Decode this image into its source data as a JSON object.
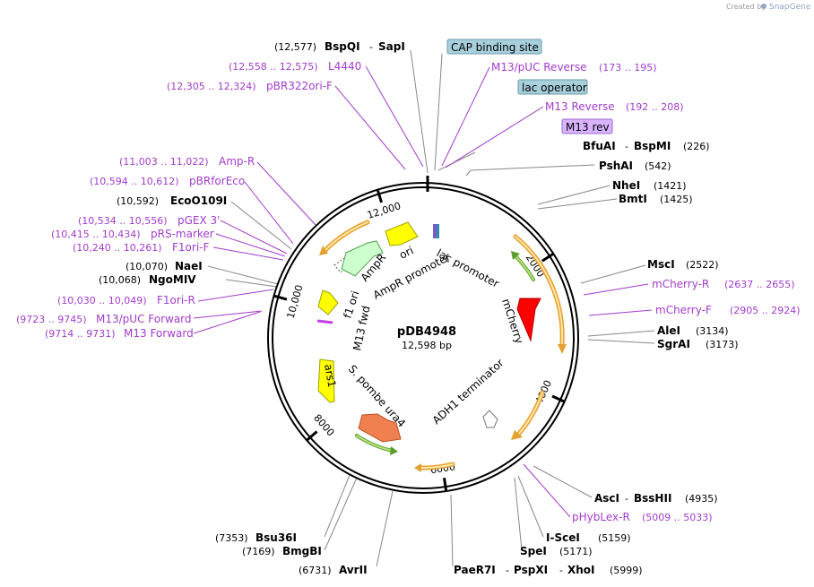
{
  "brand": {
    "created_by": "Created by",
    "name": "SnapGene"
  },
  "map": {
    "name": "pDB4948",
    "size_label": "12,598 bp",
    "total_bp": 12598,
    "ticks": [
      {
        "bp": 2000,
        "label": "2000"
      },
      {
        "bp": 4000,
        "label": "4000"
      },
      {
        "bp": 6000,
        "label": "6000"
      },
      {
        "bp": 8000,
        "label": "8000"
      },
      {
        "bp": 10000,
        "label": "10,000"
      },
      {
        "bp": 12000,
        "label": "12,000"
      }
    ],
    "colors": {
      "enzyme": "#000000",
      "primer": "#a23ccc",
      "cds_yellow": "#ffff00",
      "ori_yellow": "#ffff00",
      "ampr": "#ccffcc",
      "mcherry": "#ff0000",
      "ura4": "#f08050",
      "orf_outline": "#f0b040",
      "orf_green": "#7ac143",
      "box_blue": "#a8d0dc",
      "box_purple": "#d9b3ff"
    }
  },
  "enzymes_right": [
    {
      "name": "BspQI",
      "name2": "SapI",
      "pos": "(12,577)"
    },
    {
      "name": "BfuAI",
      "name2": "BspMI",
      "pos": "(226)"
    },
    {
      "name": "PshAI",
      "name2": "",
      "pos": "(542)"
    },
    {
      "name": "NheI",
      "name2": "",
      "pos": "(1421)"
    },
    {
      "name": "BmtI",
      "name2": "",
      "pos": "(1425)"
    },
    {
      "name": "MscI",
      "name2": "",
      "pos": "(2522)"
    },
    {
      "name": "AleI",
      "name2": "",
      "pos": "(3134)"
    },
    {
      "name": "SgrAI",
      "name2": "",
      "pos": "(3173)"
    },
    {
      "name": "AscI",
      "name2": "BssHII",
      "pos": "(4935)"
    },
    {
      "name": "I-SceI",
      "name2": "",
      "pos": "(5159)"
    },
    {
      "name": "SpeI",
      "name2": "",
      "pos": "(5171)"
    },
    {
      "name": "PaeR7I",
      "name2": "PspXI",
      "name3": "XhoI",
      "pos": "(5999)"
    }
  ],
  "enzymes_left": [
    {
      "name": "EcoO109I",
      "pos": "(10,592)"
    },
    {
      "name": "NaeI",
      "pos": "(10,070)"
    },
    {
      "name": "NgoMIV",
      "pos": "(10,068)"
    },
    {
      "name": "Bsu36I",
      "pos": "(7353)"
    },
    {
      "name": "BmgBI",
      "pos": "(7169)"
    },
    {
      "name": "AvrII",
      "pos": "(6731)"
    }
  ],
  "primers_right": [
    {
      "name": "M13/pUC Reverse",
      "range": "(173 .. 195)"
    },
    {
      "name": "M13 Reverse",
      "range": "(192 .. 208)"
    },
    {
      "name": "mCherry-R",
      "range": "(2637 .. 2655)"
    },
    {
      "name": "mCherry-F",
      "range": "(2905 .. 2924)"
    },
    {
      "name": "pHybLex-R",
      "range": "(5009 .. 5033)"
    }
  ],
  "primers_left": [
    {
      "name": "L4440",
      "range": "(12,558 .. 12,575)"
    },
    {
      "name": "pBR322ori-F",
      "range": "(12,305 .. 12,324)"
    },
    {
      "name": "Amp-R",
      "range": "(11,003 .. 11,022)"
    },
    {
      "name": "pBRforEco",
      "range": "(10,594 .. 10,612)"
    },
    {
      "name": "pGEX 3'",
      "range": "(10,534 .. 10,556)"
    },
    {
      "name": "pRS-marker",
      "range": "(10,415 .. 10,434)"
    },
    {
      "name": "F1ori-F",
      "range": "(10,240 .. 10,261)"
    },
    {
      "name": "F1ori-R",
      "range": "(10,030 .. 10,049)"
    },
    {
      "name": "M13/pUC Forward",
      "range": "(9723 .. 9745)"
    },
    {
      "name": "M13 Forward",
      "range": "(9714 .. 9731)"
    }
  ],
  "boxed_features": [
    {
      "name": "CAP binding site",
      "style": "blue"
    },
    {
      "name": "lac operator",
      "style": "blue"
    },
    {
      "name": "M13 rev",
      "style": "purple"
    }
  ],
  "features": [
    {
      "name": "lac promoter"
    },
    {
      "name": "mCherry"
    },
    {
      "name": "ADH1 terminator"
    },
    {
      "name": "S. pombe ura4"
    },
    {
      "name": "ars1"
    },
    {
      "name": "M13 fwd"
    },
    {
      "name": "f1 ori"
    },
    {
      "name": "AmpR promoter"
    },
    {
      "name": "AmpR"
    },
    {
      "name": "ori"
    }
  ]
}
